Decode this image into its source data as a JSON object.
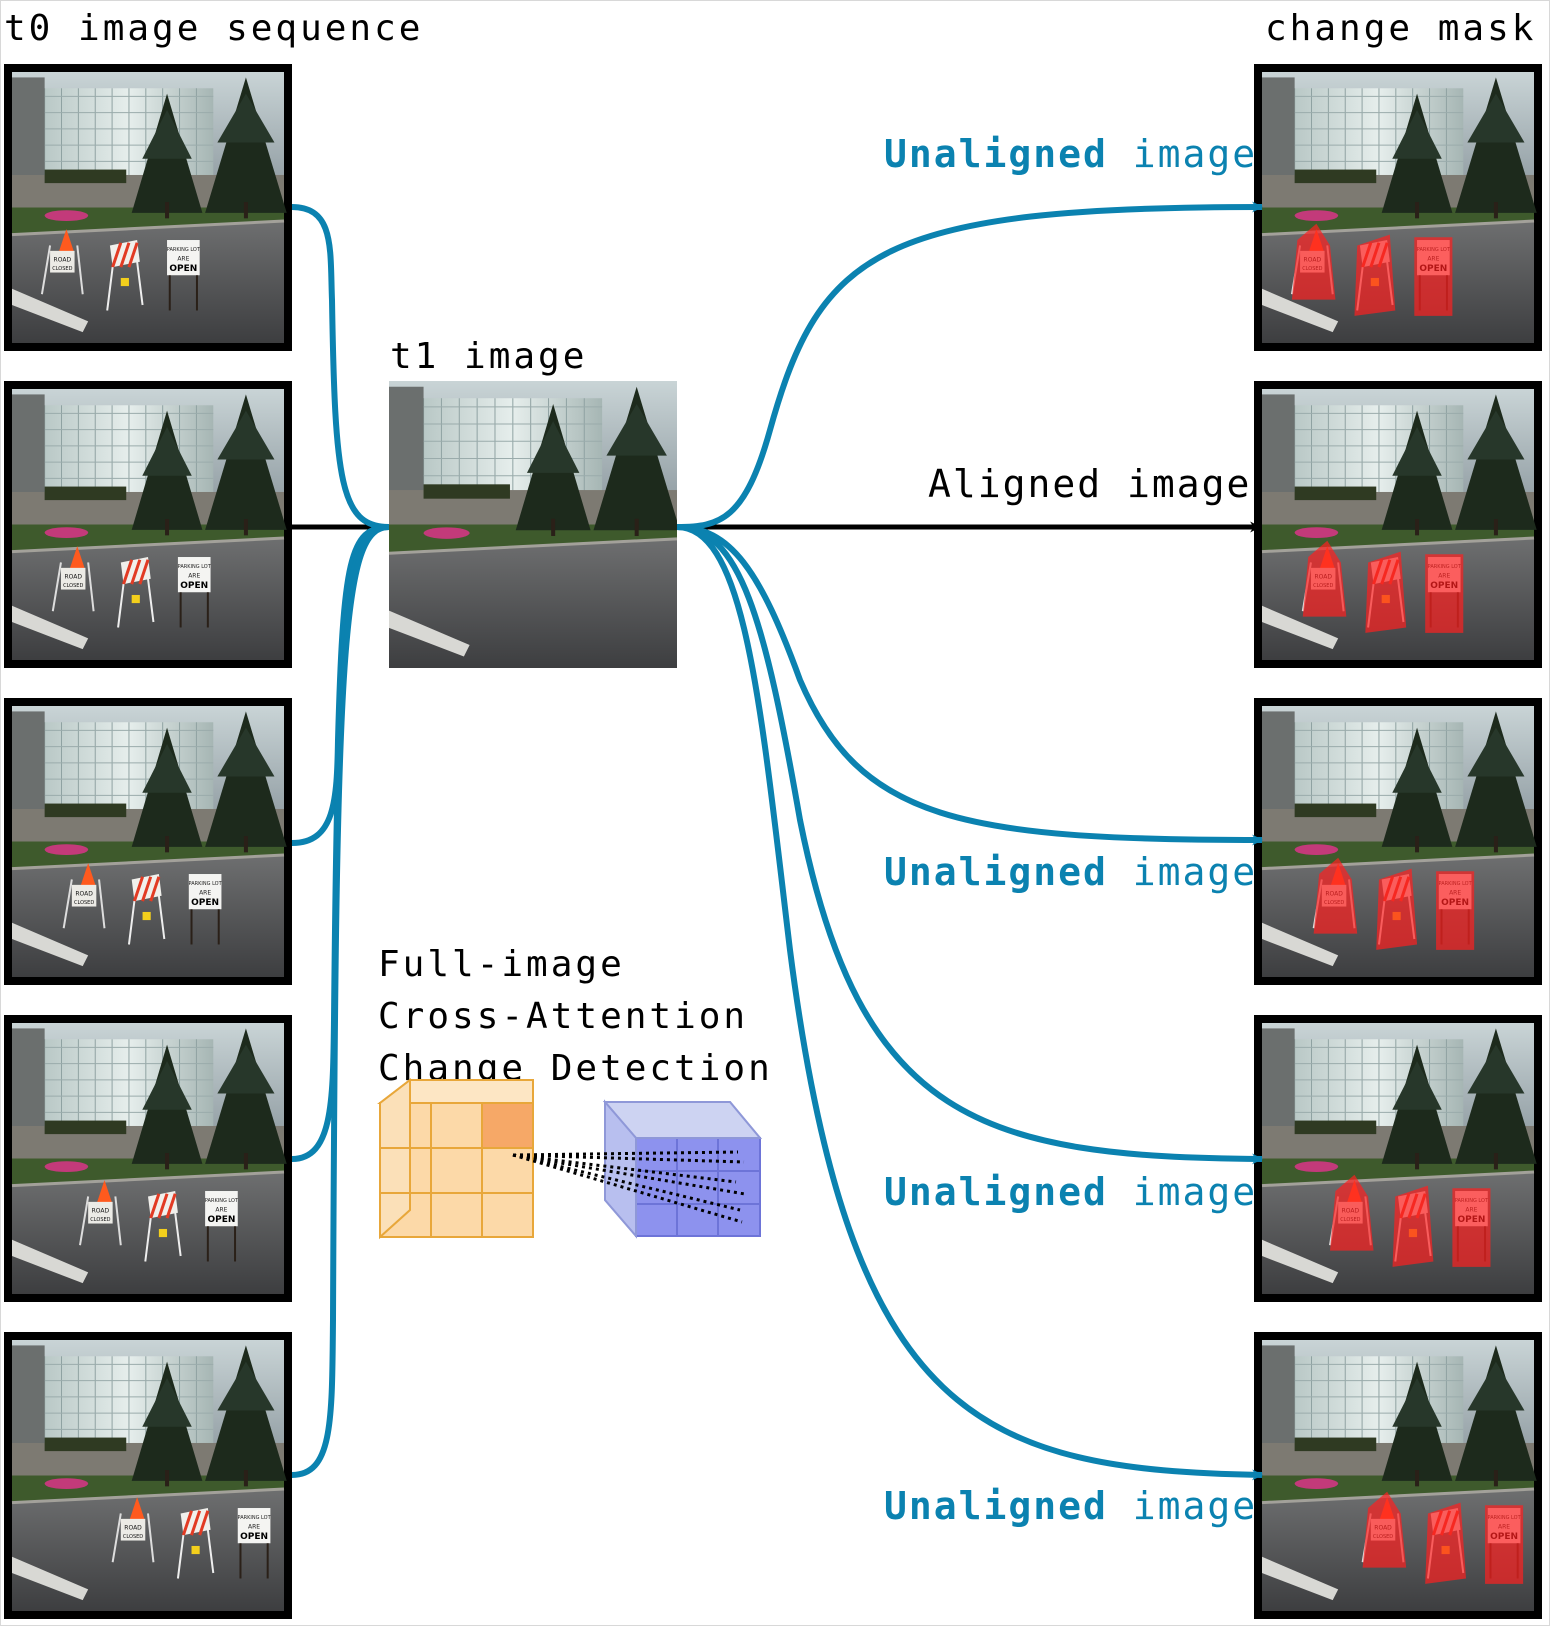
{
  "labels": {
    "t0_sequence": "t0 image sequence",
    "change_mask": "change mask",
    "t1_image": "t1 image",
    "method_line1": "Full-image",
    "method_line2": "Cross-Attention",
    "method_line3": "Change Detection"
  },
  "edges": [
    {
      "strong": "Unaligned",
      "rest": "image",
      "aligned": false
    },
    {
      "strong": "",
      "rest": "Aligned image",
      "aligned": true
    },
    {
      "strong": "Unaligned",
      "rest": "image",
      "aligned": false
    },
    {
      "strong": "Unaligned",
      "rest": "image",
      "aligned": false
    },
    {
      "strong": "Unaligned",
      "rest": "image",
      "aligned": false
    }
  ],
  "sign_text": {
    "road": "ROAD",
    "closed": "CLOSED",
    "lot": "PARKING LOT",
    "are": "ARE",
    "open": "OPEN"
  },
  "colors": {
    "edge_blue": "#0b82b0",
    "aligned_black": "#000000",
    "mask_red": "#ff2020",
    "cube_orange": "#fcd9a8",
    "cube_orange_stroke": "#e8a73a",
    "cube_blue": "#8d92ee",
    "cube_blue_stroke": "#6d74d8"
  },
  "icons": [
    "orange-feature-cube-icon",
    "blue-feature-cube-icon",
    "attention-lines-icon"
  ]
}
